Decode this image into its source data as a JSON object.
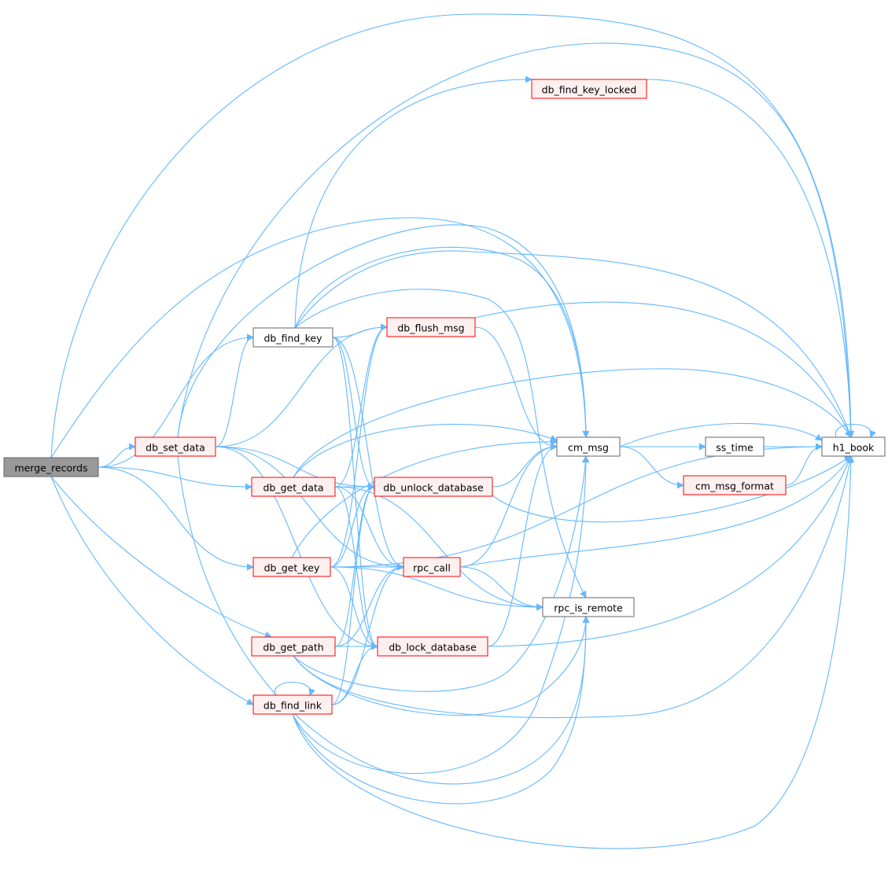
{
  "colors": {
    "edge": "#63b8ff",
    "node_border": "#666666",
    "node_border_incomplete": "#ff0000",
    "node_fill_incomplete": "#fff0f0",
    "root_fill": "#999999"
  },
  "nodes": [
    {
      "id": "merge_records",
      "label": "merge_records",
      "style": "root"
    },
    {
      "id": "db_set_data",
      "label": "db_set_data",
      "style": "red"
    },
    {
      "id": "db_find_key",
      "label": "db_find_key",
      "style": "normal"
    },
    {
      "id": "db_get_data",
      "label": "db_get_data",
      "style": "red"
    },
    {
      "id": "db_get_key",
      "label": "db_get_key",
      "style": "red"
    },
    {
      "id": "db_get_path",
      "label": "db_get_path",
      "style": "red"
    },
    {
      "id": "db_find_link",
      "label": "db_find_link",
      "style": "red"
    },
    {
      "id": "db_find_key_locked",
      "label": "db_find_key_locked",
      "style": "red"
    },
    {
      "id": "db_flush_msg",
      "label": "db_flush_msg",
      "style": "red"
    },
    {
      "id": "db_unlock_database",
      "label": "db_unlock_database",
      "style": "red"
    },
    {
      "id": "rpc_call",
      "label": "rpc_call",
      "style": "red"
    },
    {
      "id": "db_lock_database",
      "label": "db_lock_database",
      "style": "red"
    },
    {
      "id": "cm_msg",
      "label": "cm_msg",
      "style": "normal"
    },
    {
      "id": "rpc_is_remote",
      "label": "rpc_is_remote",
      "style": "normal"
    },
    {
      "id": "ss_time",
      "label": "ss_time",
      "style": "normal"
    },
    {
      "id": "cm_msg_format",
      "label": "cm_msg_format",
      "style": "red"
    },
    {
      "id": "h1_book",
      "label": "h1_book",
      "style": "normal"
    }
  ],
  "edges": [
    [
      "merge_records",
      "db_set_data"
    ],
    [
      "merge_records",
      "db_find_key"
    ],
    [
      "merge_records",
      "db_get_data"
    ],
    [
      "merge_records",
      "db_get_key"
    ],
    [
      "merge_records",
      "db_get_path"
    ],
    [
      "merge_records",
      "db_find_link"
    ],
    [
      "merge_records",
      "cm_msg"
    ],
    [
      "merge_records",
      "h1_book"
    ],
    [
      "db_set_data",
      "db_find_key"
    ],
    [
      "db_set_data",
      "db_flush_msg"
    ],
    [
      "db_set_data",
      "db_unlock_database"
    ],
    [
      "db_set_data",
      "rpc_call"
    ],
    [
      "db_set_data",
      "db_lock_database"
    ],
    [
      "db_set_data",
      "cm_msg"
    ],
    [
      "db_set_data",
      "rpc_is_remote"
    ],
    [
      "db_set_data",
      "h1_book"
    ],
    [
      "db_find_key",
      "db_find_key_locked"
    ],
    [
      "db_find_key",
      "db_flush_msg"
    ],
    [
      "db_find_key",
      "db_unlock_database"
    ],
    [
      "db_find_key",
      "rpc_call"
    ],
    [
      "db_find_key",
      "db_lock_database"
    ],
    [
      "db_find_key",
      "cm_msg"
    ],
    [
      "db_find_key",
      "rpc_is_remote"
    ],
    [
      "db_find_key",
      "h1_book"
    ],
    [
      "db_get_data",
      "db_flush_msg"
    ],
    [
      "db_get_data",
      "db_unlock_database"
    ],
    [
      "db_get_data",
      "rpc_call"
    ],
    [
      "db_get_data",
      "db_lock_database"
    ],
    [
      "db_get_data",
      "cm_msg"
    ],
    [
      "db_get_data",
      "rpc_is_remote"
    ],
    [
      "db_get_data",
      "h1_book"
    ],
    [
      "db_get_key",
      "db_flush_msg"
    ],
    [
      "db_get_key",
      "db_unlock_database"
    ],
    [
      "db_get_key",
      "rpc_call"
    ],
    [
      "db_get_key",
      "db_lock_database"
    ],
    [
      "db_get_key",
      "cm_msg"
    ],
    [
      "db_get_key",
      "rpc_is_remote"
    ],
    [
      "db_get_key",
      "h1_book"
    ],
    [
      "db_get_path",
      "db_unlock_database"
    ],
    [
      "db_get_path",
      "rpc_call"
    ],
    [
      "db_get_path",
      "db_lock_database"
    ],
    [
      "db_get_path",
      "cm_msg"
    ],
    [
      "db_get_path",
      "rpc_is_remote"
    ],
    [
      "db_get_path",
      "h1_book"
    ],
    [
      "db_find_link",
      "db_find_link"
    ],
    [
      "db_find_link",
      "db_unlock_database"
    ],
    [
      "db_find_link",
      "rpc_call"
    ],
    [
      "db_find_link",
      "db_lock_database"
    ],
    [
      "db_find_link",
      "cm_msg"
    ],
    [
      "db_find_link",
      "rpc_is_remote"
    ],
    [
      "db_find_link",
      "h1_book"
    ],
    [
      "db_find_key_locked",
      "h1_book"
    ],
    [
      "db_flush_msg",
      "cm_msg"
    ],
    [
      "db_flush_msg",
      "h1_book"
    ],
    [
      "db_unlock_database",
      "cm_msg"
    ],
    [
      "db_unlock_database",
      "h1_book"
    ],
    [
      "rpc_call",
      "cm_msg"
    ],
    [
      "rpc_call",
      "rpc_is_remote"
    ],
    [
      "rpc_call",
      "h1_book"
    ],
    [
      "db_lock_database",
      "cm_msg"
    ],
    [
      "db_lock_database",
      "h1_book"
    ],
    [
      "cm_msg",
      "ss_time"
    ],
    [
      "cm_msg",
      "cm_msg_format"
    ],
    [
      "cm_msg",
      "h1_book"
    ],
    [
      "ss_time",
      "h1_book"
    ],
    [
      "cm_msg_format",
      "h1_book"
    ],
    [
      "h1_book",
      "h1_book"
    ]
  ]
}
